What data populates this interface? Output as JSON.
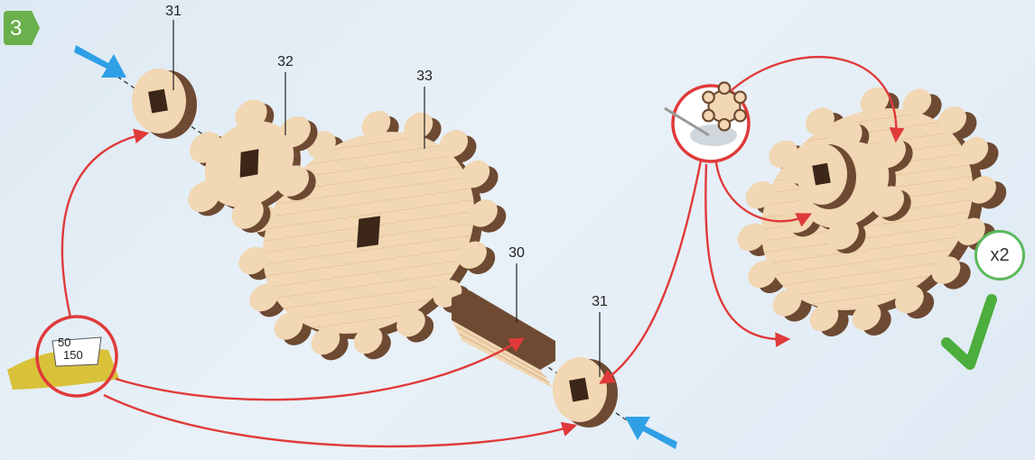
{
  "step": {
    "number": "3"
  },
  "parts": [
    {
      "id": "p31a",
      "label": "31"
    },
    {
      "id": "p32",
      "label": "32"
    },
    {
      "id": "p33",
      "label": "33"
    },
    {
      "id": "p30",
      "label": "30"
    },
    {
      "id": "p31b",
      "label": "31"
    }
  ],
  "ruler": {
    "values": [
      "50",
      "150"
    ]
  },
  "quantity": "x2",
  "colors": {
    "wood_face": "#f1d7b3",
    "wood_side": "#6e4a32",
    "arrow_red": "#e03a3a",
    "badge_green": "#6ab04c",
    "check_green": "#4cae3c",
    "hint_blue": "#2fa0e6"
  },
  "icons": [
    "step-badge",
    "blue-hint-arrow",
    "red-connector-arrow",
    "ruler-callout",
    "glue-callout",
    "check-icon"
  ]
}
